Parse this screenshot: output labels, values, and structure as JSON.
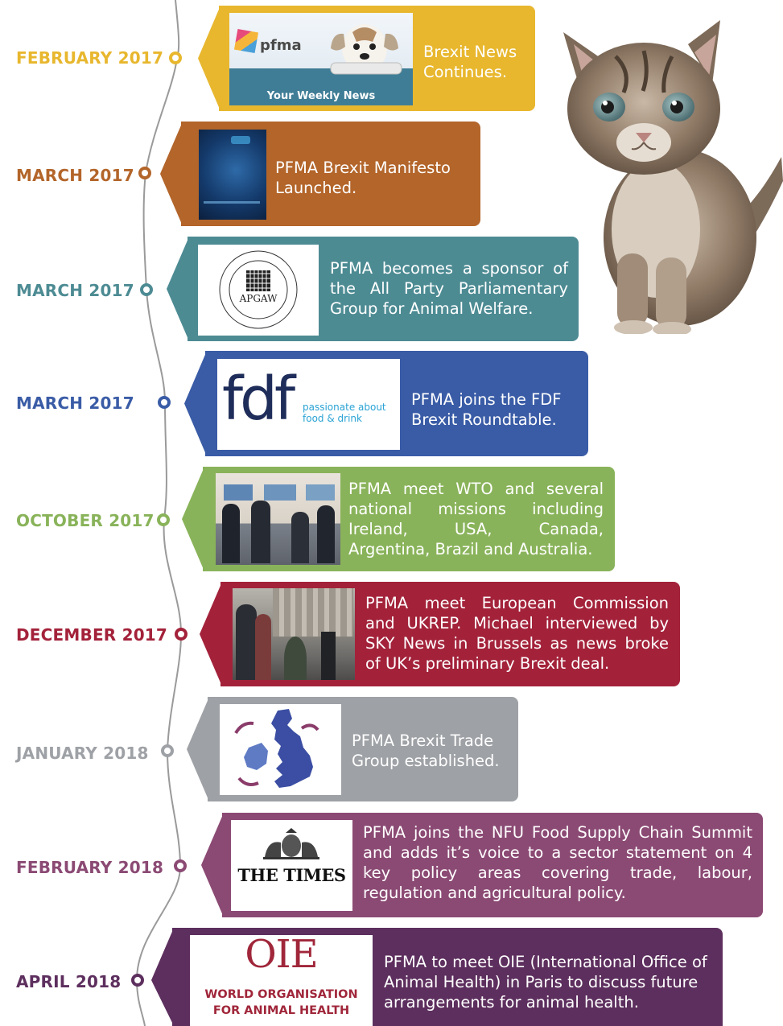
{
  "colors": {
    "yellow": "#E8B72E",
    "rust": "#B3652A",
    "teal": "#4D8B93",
    "blue": "#3A5CA6",
    "green": "#89B35A",
    "crimson": "#A3223A",
    "gray": "#9EA1A5",
    "purple": "#8B4A74",
    "plum": "#5D2F5E"
  },
  "events": [
    {
      "date": "FEBRUARY 2017",
      "text": "Brexit News Continues.",
      "image": {
        "brand": "pfma",
        "caption": "Your Weekly News"
      }
    },
    {
      "date": "MARCH 2017",
      "text": "PFMA Brexit Manifesto Launched."
    },
    {
      "date": "MARCH 2017",
      "text": "PFMA becomes a sponsor of the All Party Parliamentary Group for Animal Welfare.",
      "image": {
        "logo": "APGAW"
      }
    },
    {
      "date": "MARCH 2017",
      "text": "PFMA joins the FDF Brexit Roundtable.",
      "image": {
        "logo": "fdf",
        "tagline_1": "passionate about",
        "tagline_2": "food & drink"
      }
    },
    {
      "date": "OCTOBER 2017",
      "text": "PFMA meet WTO and several national missions including Ireland, USA, Canada, Argentina, Brazil and Australia."
    },
    {
      "date": "DECEMBER 2017",
      "text": "PFMA meet European Commission and UKREP. Michael interviewed by SKY News in Brussels as news broke of UK’s preliminary Brexit deal."
    },
    {
      "date": "JANUARY 2018",
      "text": "PFMA Brexit Trade Group established."
    },
    {
      "date": "FEBRUARY 2018",
      "text": "PFMA joins the NFU Food Supply Chain Summit and adds it’s voice to a sector statement on 4 key policy areas covering trade, labour, regulation and agricultural policy.",
      "image": {
        "logo": "THE TIMES"
      }
    },
    {
      "date": "APRIL 2018",
      "text": "PFMA to meet OIE (International Office of Animal Health) in Paris to discuss future arrangements for animal health.",
      "image": {
        "logo": "OIE",
        "line_1": "WORLD ORGANISATION",
        "line_2": "FOR ANIMAL HEALTH"
      }
    }
  ]
}
